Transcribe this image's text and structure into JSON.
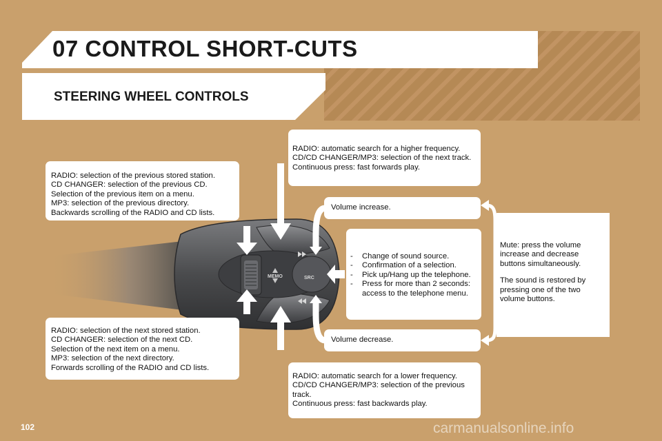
{
  "header": {
    "title": "07 CONTROL SHORT-CUTS",
    "subtitle": "STEERING WHEEL CONTROLS"
  },
  "descriptions": {
    "previous": [
      "RADIO: selection of the previous stored station.",
      "CD CHANGER: selection of the previous CD.",
      "Selection of the previous item on a menu.",
      "MP3: selection of the previous directory.",
      "Backwards scrolling of the RADIO and CD lists."
    ],
    "next": [
      "RADIO: selection of the next stored station.",
      "CD CHANGER: selection of the next CD.",
      "Selection of the next item on a menu.",
      "MP3: selection of the next directory.",
      "Forwards scrolling of the RADIO and CD lists."
    ],
    "search_up": [
      "RADIO: automatic search for a higher frequency.",
      "CD/CD CHANGER/MP3: selection of the next track.",
      "Continuous press: fast forwards play."
    ],
    "search_down": [
      "RADIO: automatic search for a lower frequency.",
      "CD/CD CHANGER/MP3: selection of the previous",
      "track.",
      "Continuous press: fast backwards play."
    ],
    "volume_up": "Volume increase.",
    "volume_down": "Volume decrease.",
    "source": [
      "Change of sound source.",
      "Confirmation of a selection.",
      "Pick up/Hang up the telephone.",
      "Press for more than 2 seconds:",
      "access to the telephone menu."
    ],
    "mute": [
      [
        "Mute: press the volume",
        "increase and decrease",
        "buttons simultaneously."
      ],
      [
        "The sound is restored by",
        "pressing one of the two",
        "volume buttons."
      ]
    ]
  },
  "control_labels": {
    "memo": "MEMO",
    "src": "SRC"
  },
  "icons": {
    "fast_forward": "fast-forward-icon",
    "rewind": "rewind-icon",
    "arrow": "arrow-icon"
  },
  "colors": {
    "background": "#c9a06c",
    "panel": "#ffffff",
    "text": "#111111",
    "control": "#4a4b4d"
  },
  "footer": {
    "page_number": "102",
    "watermark": "carmanualsonline.info"
  }
}
